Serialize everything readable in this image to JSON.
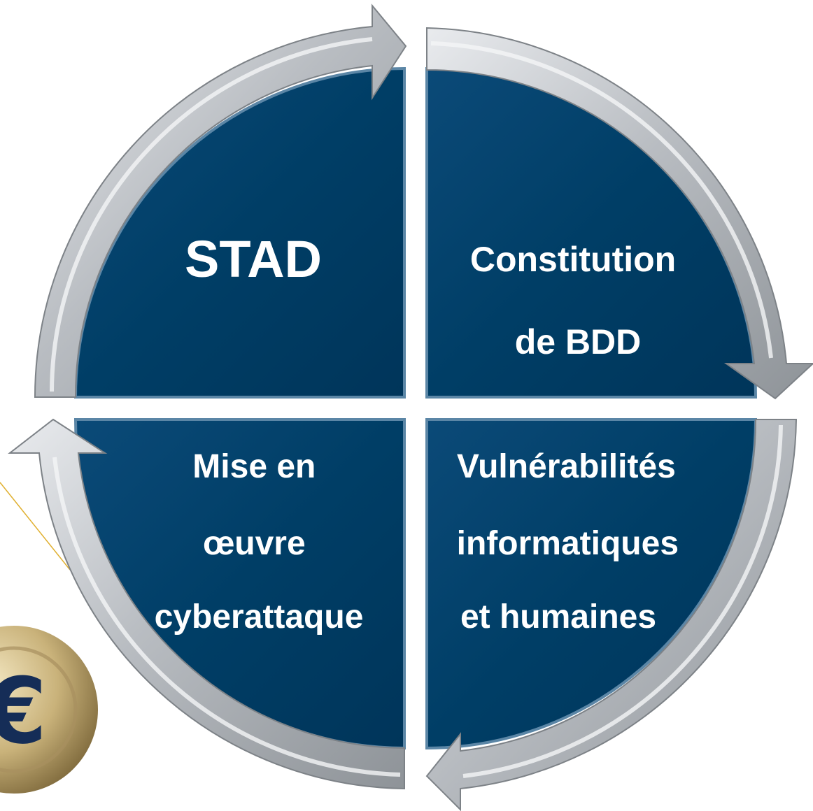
{
  "diagram": {
    "type": "cycle",
    "colors": {
      "quadrant_fill": "#003e66",
      "quadrant_edge": "#5b86a6",
      "arrow_fill": "#c4c7cc",
      "arrow_highlight": "#eef0f2",
      "arrow_outline": "#7d8287",
      "coin_gold": "#c9b27a",
      "connector_line": "#e0b030"
    },
    "quadrants": [
      {
        "id": "top-left",
        "lines": [
          "STAD"
        ]
      },
      {
        "id": "top-right",
        "lines": [
          "Constitution",
          "de BDD"
        ]
      },
      {
        "id": "bottom-right",
        "lines": [
          "Vulnérabilités",
          "informatiques",
          "et humaines"
        ]
      },
      {
        "id": "bottom-left",
        "lines": [
          "Mise en",
          "œuvre",
          "cyberattaque"
        ]
      }
    ],
    "decoration": {
      "coin_icon": "euro-coin-icon",
      "coin_symbol": "€"
    }
  }
}
